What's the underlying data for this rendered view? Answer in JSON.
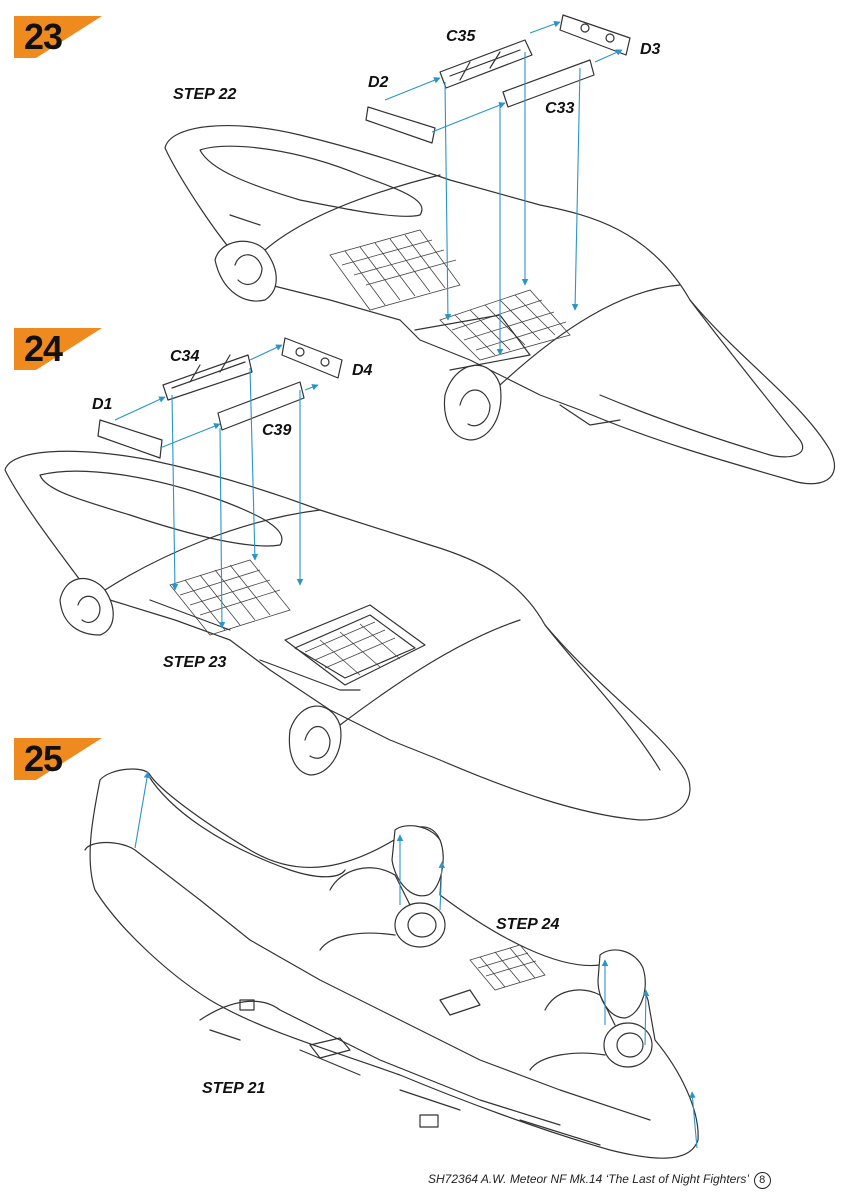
{
  "steps": [
    {
      "number": "23",
      "label": "STEP 22",
      "parts": [
        "C35",
        "D3",
        "D2",
        "C33"
      ]
    },
    {
      "number": "24",
      "label": "STEP 23",
      "parts": [
        "C34",
        "D4",
        "D1",
        "C39"
      ]
    },
    {
      "number": "25",
      "labels": [
        "STEP 24",
        "STEP 21"
      ]
    }
  ],
  "footer": {
    "text": "SH72364  A.W. Meteor NF Mk.14 ‘The Last of Night Fighters’",
    "page": "8"
  },
  "colors": {
    "badge": "#ee8a1e",
    "arrow": "#2a95c9",
    "line": "#333333"
  }
}
